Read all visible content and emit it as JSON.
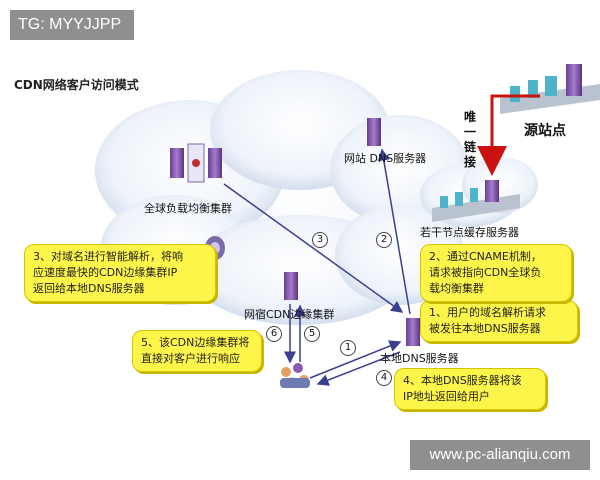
{
  "watermark": "TG: MYYJJPP",
  "site_badge": "www.pc-alianqiu.com",
  "title": "CDN网络客户访问模式",
  "nodes": {
    "site_dns": "网站 DNS服务器",
    "global_lb": "全球负载均衡集群",
    "edge_cluster": "网宿CDN边缘集群",
    "local_dns": "本地DNS服务器",
    "cache_servers": "若干节点缓存服务器",
    "origin": "源站点"
  },
  "link_label": "唯一链接",
  "callouts": {
    "c1": [
      "1、用户的域名解析请求",
      "被发往本地DNS服务器"
    ],
    "c2": [
      "2、通过CNAME机制，",
      "请求被指向CDN全球负",
      "载均衡集群"
    ],
    "c3": [
      "3、对域名进行智能解析，将响",
      "应速度最快的CDN边缘集群IP",
      "返回给本地DNS服务器"
    ],
    "c4": [
      "4、本地DNS服务器将该",
      "IP地址返回给用户"
    ],
    "c5": [
      "5、该CDN边缘集群将",
      "直接对客户进行响应"
    ]
  },
  "steps": [
    "1",
    "2",
    "3",
    "4",
    "5",
    "6"
  ],
  "colors": {
    "callout_fill": "#fdf54a",
    "cloud": "#eef3fa",
    "server": "#8a5bb0",
    "arrow": "#3a3f8f",
    "link_arrow": "#cc1111"
  }
}
